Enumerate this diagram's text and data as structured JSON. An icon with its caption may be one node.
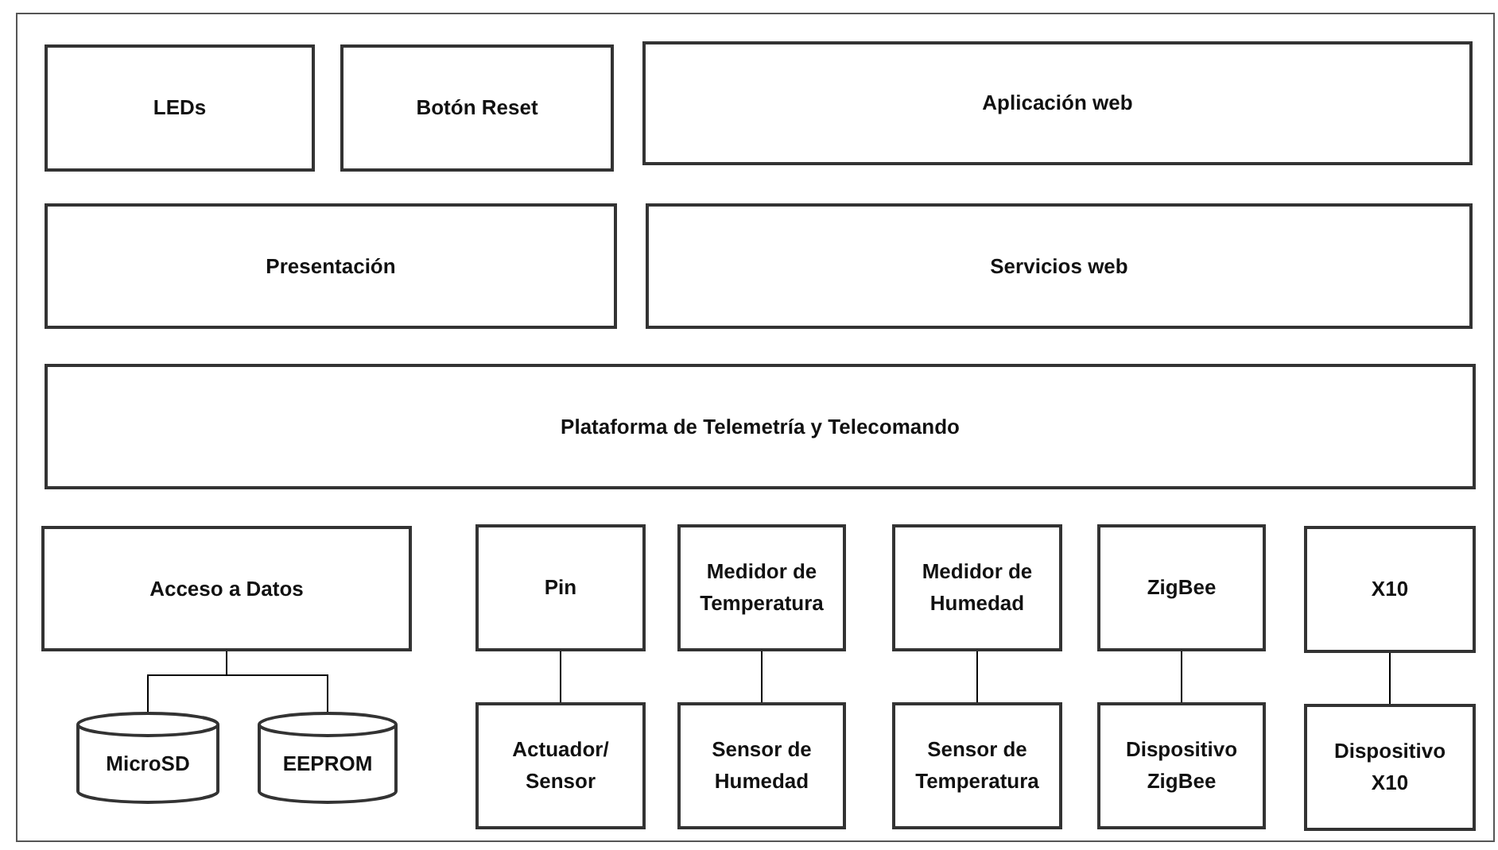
{
  "diagram": {
    "nodes": [
      {
        "text": [
          "LEDs"
        ]
      },
      {
        "text": [
          "Botón Reset"
        ]
      },
      {
        "text": [
          "Aplicación web"
        ]
      },
      {
        "text": [
          "Presentación"
        ]
      },
      {
        "text": [
          "Servicios web"
        ]
      },
      {
        "text": [
          "Plataforma de Telemetría y Telecomando"
        ]
      },
      {
        "text": [
          "Acceso a Datos"
        ]
      },
      {
        "text": [
          "MicroSD"
        ]
      },
      {
        "text": [
          "EEPROM"
        ]
      },
      {
        "text": [
          "Pin"
        ]
      },
      {
        "text": [
          "Medidor de Temperatura"
        ]
      },
      {
        "text": [
          "Medidor de Humedad"
        ]
      },
      {
        "text": [
          "ZigBee"
        ]
      },
      {
        "text": [
          "X10"
        ]
      },
      {
        "text": [
          "Actuador/ Sensor"
        ]
      },
      {
        "text": [
          "Sensor de Humedad"
        ]
      },
      {
        "text": [
          "Sensor de Temperatura"
        ]
      },
      {
        "text": [
          "Dispositivo ZigBee"
        ]
      },
      {
        "text": [
          "Dispositivo X10"
        ]
      }
    ],
    "edges": [
      {
        "from": 6,
        "to": 7,
        "arrow": "none"
      },
      {
        "from": 6,
        "to": 8,
        "arrow": "none"
      },
      {
        "from": 9,
        "to": 14,
        "arrow": "none"
      },
      {
        "from": 10,
        "to": 15,
        "arrow": "none"
      },
      {
        "from": 11,
        "to": 16,
        "arrow": "none"
      },
      {
        "from": 12,
        "to": 17,
        "arrow": "none"
      },
      {
        "from": 13,
        "to": 18,
        "arrow": "none"
      }
    ]
  }
}
